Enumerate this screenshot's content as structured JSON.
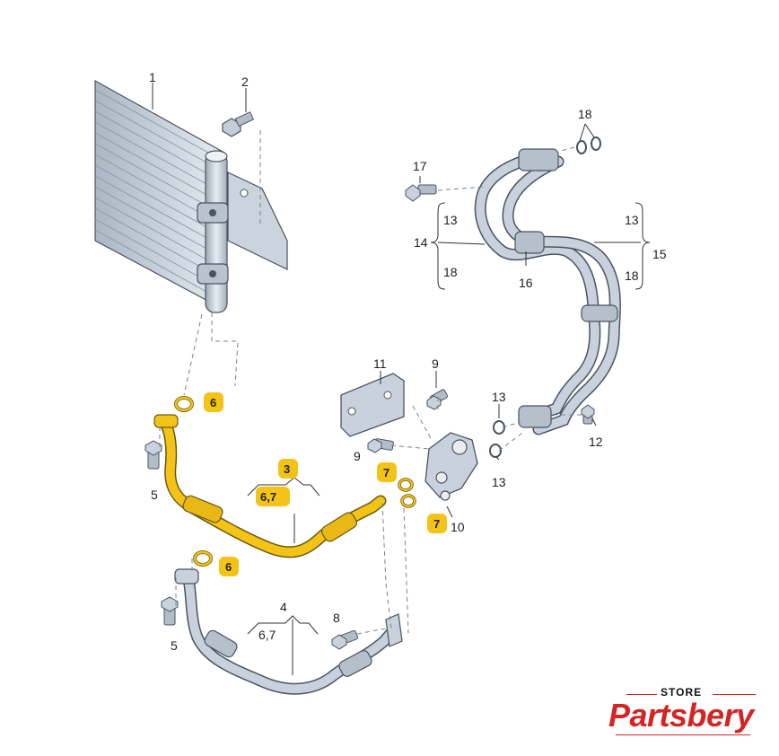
{
  "callouts": {
    "c1": "1",
    "c2": "2",
    "c3": "3",
    "c3_sub": "6,7",
    "c4": "4",
    "c4_sub": "6,7",
    "c5a": "5",
    "c5b": "5",
    "c6a": "6",
    "c6b": "6",
    "c7a": "7",
    "c7b": "7",
    "c8": "8",
    "c9a": "9",
    "c9b": "9",
    "c10": "10",
    "c11": "11",
    "c12": "12",
    "c13a": "13",
    "c13b": "13",
    "c13c": "13",
    "c13d": "13",
    "c14": "14",
    "c15": "15",
    "c16": "16",
    "c17": "17",
    "c18a": "18",
    "c18b": "18",
    "c18c": "18"
  },
  "colors": {
    "highlight": "#f3c318",
    "part_fill": "#c9d2dc",
    "part_stroke": "#4a5460",
    "brand_red": "#d42424"
  },
  "logo": {
    "store": "STORE",
    "name": "Partsbery"
  }
}
